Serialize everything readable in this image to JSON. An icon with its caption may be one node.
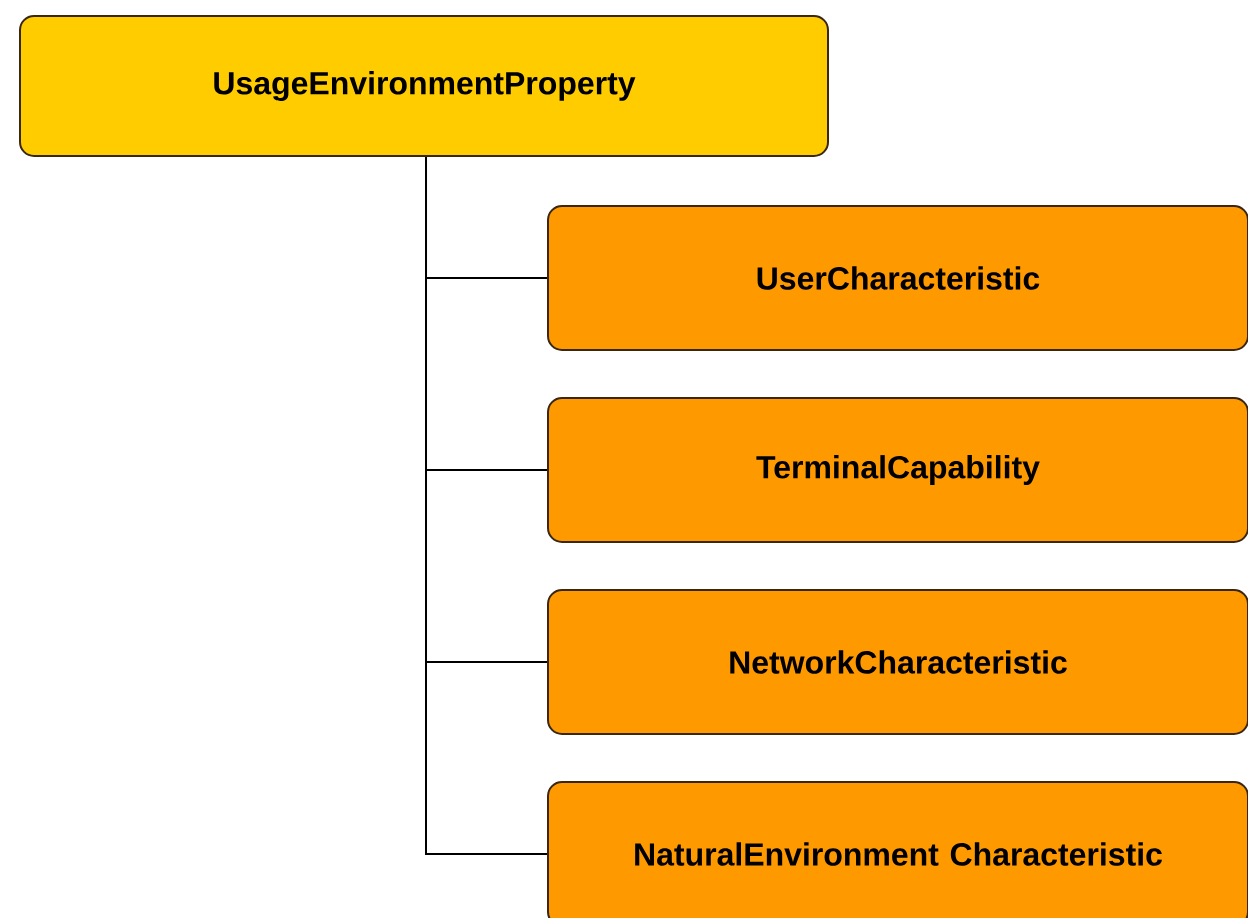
{
  "diagram": {
    "nodes": [
      {
        "text": [
          "UsageEnvironmentProperty"
        ]
      },
      {
        "text": [
          "UserCharacteristic"
        ]
      },
      {
        "text": [
          "TerminalCapability"
        ]
      },
      {
        "text": [
          "NetworkCharacteristic"
        ]
      },
      {
        "text": [
          "NaturalEnvironment Characteristic"
        ]
      }
    ],
    "edges": [
      {
        "from": 0,
        "to": 1,
        "arrow": "none"
      },
      {
        "from": 0,
        "to": 2,
        "arrow": "none"
      },
      {
        "from": 0,
        "to": 3,
        "arrow": "none"
      },
      {
        "from": 0,
        "to": 4,
        "arrow": "none"
      }
    ]
  }
}
